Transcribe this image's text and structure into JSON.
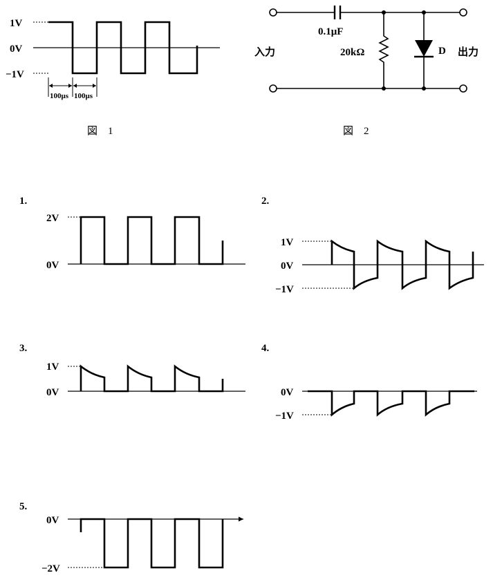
{
  "figure1": {
    "caption": "図　1",
    "levels": {
      "high": "1V",
      "zero": "0V",
      "low": "−1V"
    },
    "period_marks": [
      "100μs",
      "100μs"
    ],
    "waveform": "square"
  },
  "figure2": {
    "caption": "図　2",
    "capacitor": "0.1μF",
    "resistor": "20kΩ",
    "diode": "D",
    "input": "入力",
    "output": "出力"
  },
  "options": [
    {
      "number": "1.",
      "labels": [
        "2V",
        "0V"
      ],
      "shape": "positive-square"
    },
    {
      "number": "2.",
      "labels": [
        "1V",
        "0V",
        "−1V"
      ],
      "shape": "differentiated-bipolar"
    },
    {
      "number": "3.",
      "labels": [
        "1V",
        "0V"
      ],
      "shape": "differentiated-positive"
    },
    {
      "number": "4.",
      "labels": [
        "0V",
        "−1V"
      ],
      "shape": "differentiated-negative"
    },
    {
      "number": "5.",
      "labels": [
        "0V",
        "−2V"
      ],
      "shape": "negative-square"
    }
  ]
}
